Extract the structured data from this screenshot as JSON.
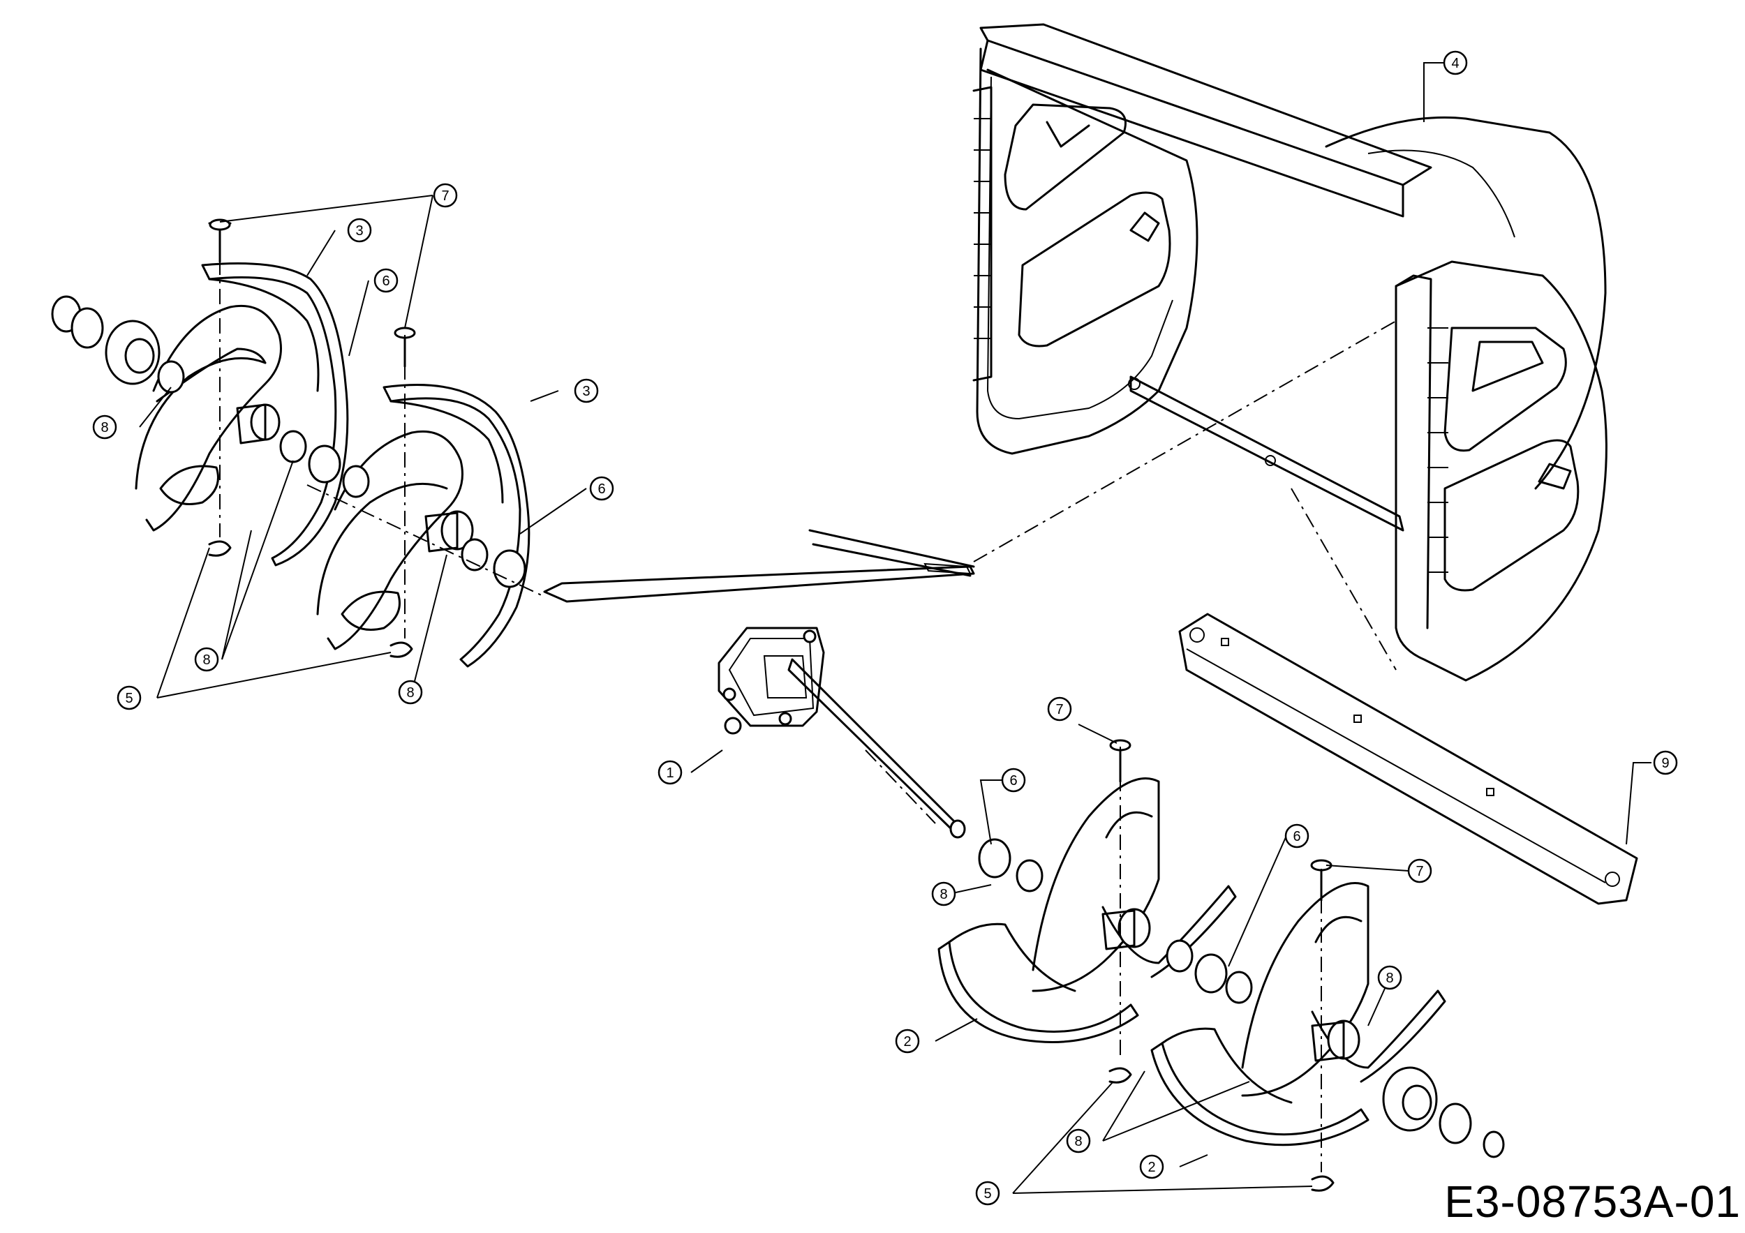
{
  "drawing_number": "E3-08753A-01",
  "callouts": [
    {
      "id": "c1",
      "label": "1"
    },
    {
      "id": "c2a",
      "label": "2"
    },
    {
      "id": "c2b",
      "label": "2"
    },
    {
      "id": "c3a",
      "label": "3"
    },
    {
      "id": "c3b",
      "label": "3"
    },
    {
      "id": "c4",
      "label": "4"
    },
    {
      "id": "c5a",
      "label": "5"
    },
    {
      "id": "c5b",
      "label": "5"
    },
    {
      "id": "c6a",
      "label": "6"
    },
    {
      "id": "c6b",
      "label": "6"
    },
    {
      "id": "c6c",
      "label": "6"
    },
    {
      "id": "c6d",
      "label": "6"
    },
    {
      "id": "c7a",
      "label": "7"
    },
    {
      "id": "c7b",
      "label": "7"
    },
    {
      "id": "c7c",
      "label": "7"
    },
    {
      "id": "c8a",
      "label": "8"
    },
    {
      "id": "c8b",
      "label": "8"
    },
    {
      "id": "c8c",
      "label": "8"
    },
    {
      "id": "c8d",
      "label": "8"
    },
    {
      "id": "c8e",
      "label": "8"
    },
    {
      "id": "c8f",
      "label": "8"
    },
    {
      "id": "c9",
      "label": "9"
    }
  ]
}
